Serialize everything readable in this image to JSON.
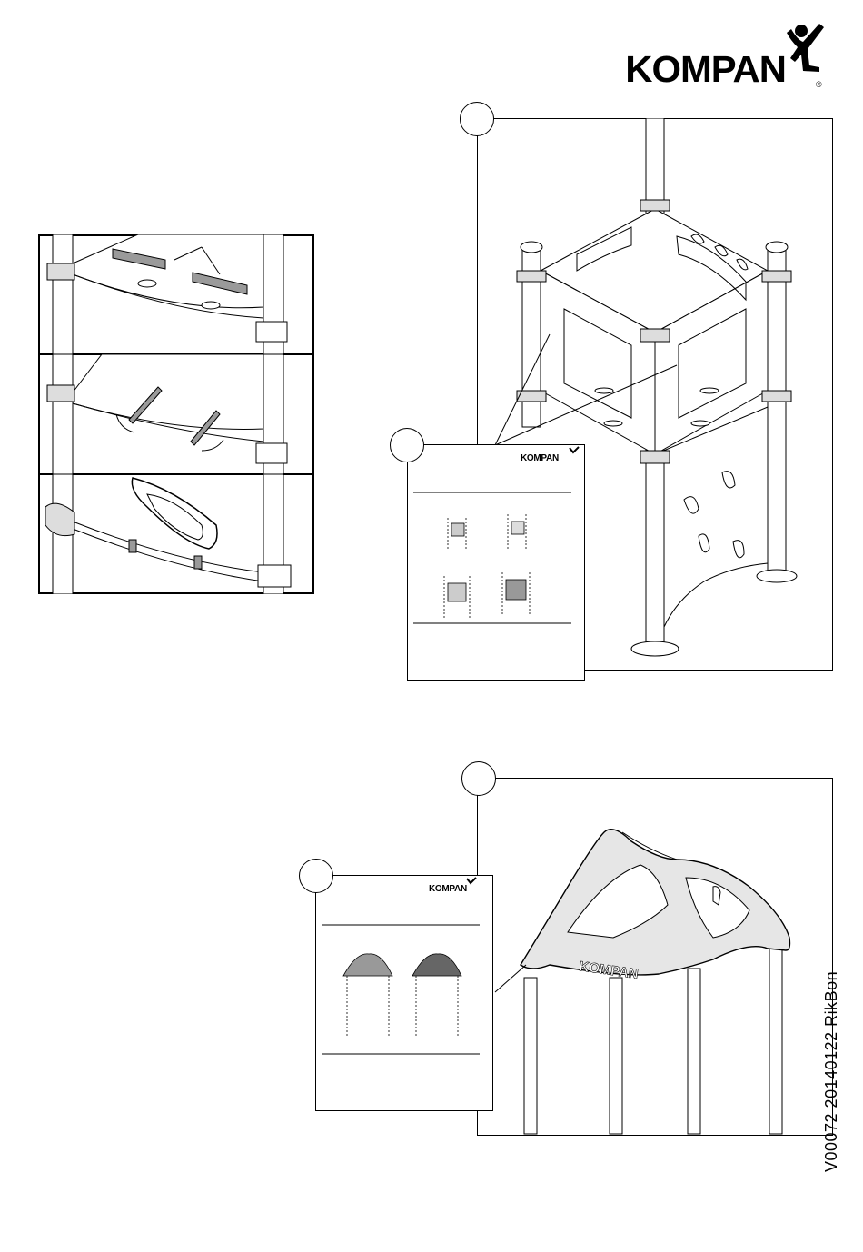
{
  "brand": {
    "logo_text": "KOMPAN",
    "registered_mark": "®",
    "logo_icon": "kompan-figure-icon"
  },
  "booklet": {
    "logo_text": "KOMPAN"
  },
  "footer": {
    "document_code": "V00072  20140122  RikBon"
  },
  "colors": {
    "line": "#000000",
    "part_fill": "#9a9a9a",
    "roof_fill": "#e6e6e6",
    "background": "#ffffff"
  }
}
